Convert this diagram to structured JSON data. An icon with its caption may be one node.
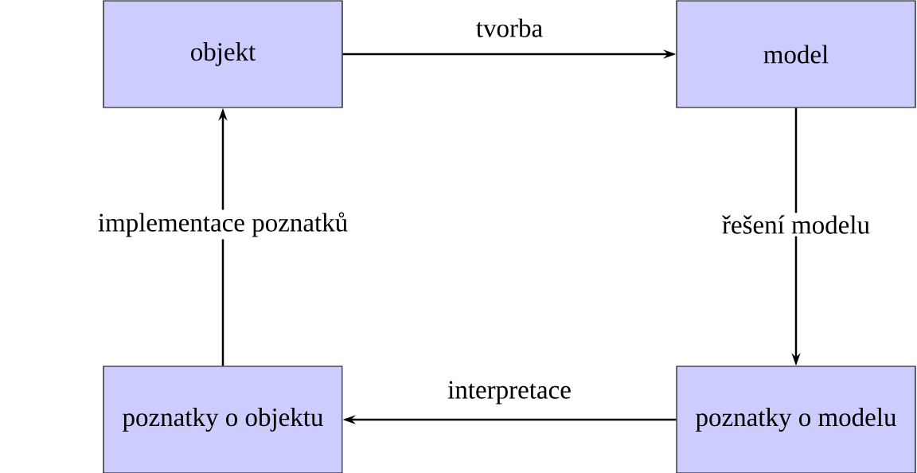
{
  "diagram": {
    "nodes": [
      {
        "text": [
          "objekt"
        ]
      },
      {
        "text": [
          "model"
        ]
      },
      {
        "text": [
          "poznatky o objektu"
        ]
      },
      {
        "text": [
          "poznatky o modelu"
        ]
      }
    ],
    "edges": [
      {
        "from": 0,
        "to": 1,
        "arrow": "to",
        "label": "tvorba"
      },
      {
        "from": 1,
        "to": 3,
        "arrow": "to",
        "label": "řešení modelu"
      },
      {
        "from": 3,
        "to": 2,
        "arrow": "to",
        "label": "interpretace"
      },
      {
        "from": 2,
        "to": 0,
        "arrow": "to",
        "label": "implementace poznatků"
      }
    ]
  }
}
